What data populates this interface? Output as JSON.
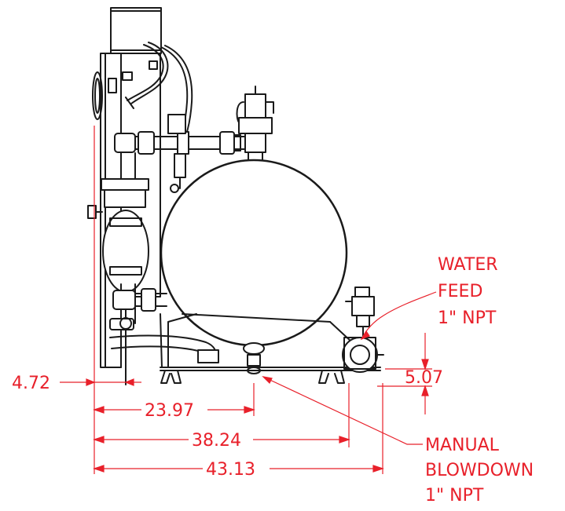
{
  "colors": {
    "dimension": "#e8202a",
    "line": "#1a1a1a",
    "background": "#ffffff"
  },
  "callouts": {
    "water_feed": [
      "WATER",
      "FEED",
      "1\" NPT"
    ],
    "manual_blowdown": [
      "MANUAL",
      "BLOWDOWN",
      "1\" NPT"
    ]
  },
  "dimensions": {
    "left_offset": "4.72",
    "height_right": "5.07",
    "width_a": "23.97",
    "width_b": "38.24",
    "width_c": "43.13"
  }
}
